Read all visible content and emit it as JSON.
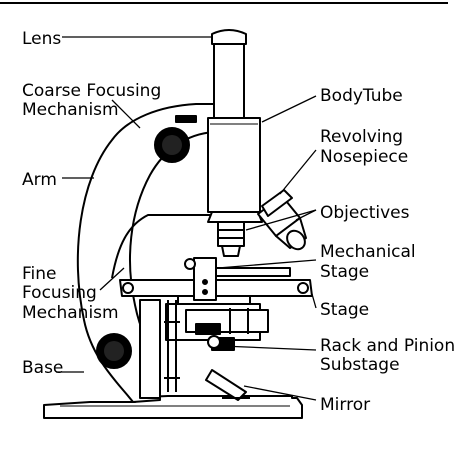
{
  "colors": {
    "line": "#000000",
    "paper": "#ffffff",
    "knob": "#000000"
  },
  "labels": {
    "lens": "Lens",
    "coarse_focusing_1": "Coarse Focusing",
    "coarse_focusing_2": "Mechanism",
    "body_tube": "BodyTube",
    "revolving_nosepiece_1": "Revolving",
    "revolving_nosepiece_2": "Nosepiece",
    "arm": "Arm",
    "objectives": "Objectives",
    "mechanical_stage_1": "Mechanical",
    "mechanical_stage_2": "Stage",
    "fine_focusing_1": "Fine",
    "fine_focusing_2": "Focusing",
    "fine_focusing_3": "Mechanism",
    "stage": "Stage",
    "rack_pinion_1": "Rack and Pinion",
    "rack_pinion_2": "Substage",
    "base": "Base",
    "mirror": "Mirror"
  }
}
